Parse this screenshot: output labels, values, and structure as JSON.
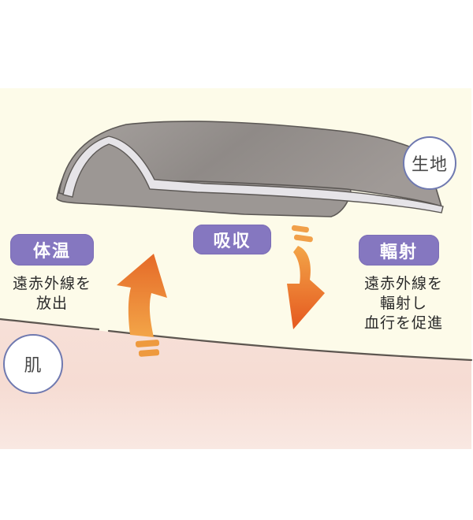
{
  "diagram": {
    "labels": {
      "fabric": "生地",
      "skin": "肌"
    },
    "steps": [
      {
        "id": "body-heat",
        "title": "体温",
        "description": [
          "遠赤外線を",
          "放出"
        ],
        "arrow_direction": "up"
      },
      {
        "id": "absorption",
        "title": "吸収",
        "description": [],
        "arrow_direction": "down"
      },
      {
        "id": "radiation",
        "title": "輻射",
        "description": [
          "遠赤外線を",
          "輻射し",
          "血行を促進"
        ]
      }
    ],
    "colors": {
      "background": "#fdfbe9",
      "skin": "#f8e1da",
      "fabric": "#9b9592",
      "fabric_edge": "#e4e2e6",
      "pill": "#8577c0",
      "arrow_light": "#f0a040",
      "arrow_dark": "#e8622a",
      "circle_border": "#6f79b0"
    }
  }
}
